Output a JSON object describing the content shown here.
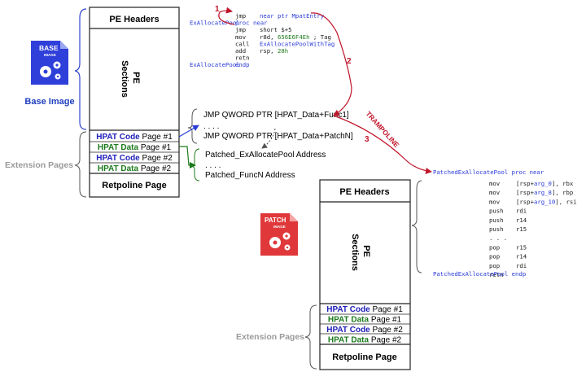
{
  "base_box": {
    "header": "PE Headers",
    "sections": "PE\nSections",
    "pages": [
      {
        "kw": "HPAT Code",
        "kw_type": "code",
        "rest": " Page #1"
      },
      {
        "kw": "HPAT Data",
        "kw_type": "data",
        "rest": " Page #1"
      },
      {
        "kw": "HPAT Code",
        "kw_type": "code",
        "rest": " Page #2"
      },
      {
        "kw": "HPAT Data",
        "kw_type": "data",
        "rest": " Page #2"
      }
    ],
    "retpoline": "Retpoline Page"
  },
  "patch_box": {
    "header": "PE Headers",
    "sections": "PE\nSections",
    "pages": [
      {
        "kw": "HPAT Code",
        "kw_type": "code",
        "rest": " Page #1"
      },
      {
        "kw": "HPAT Data",
        "kw_type": "data",
        "rest": " Page #1"
      },
      {
        "kw": "HPAT Code",
        "kw_type": "code",
        "rest": " Page #2"
      },
      {
        "kw": "HPAT Data",
        "kw_type": "data",
        "rest": " Page #2"
      }
    ],
    "retpoline": "Retpoline Page"
  },
  "base_icon": {
    "top": "BASE",
    "bottom": "IMAGE",
    "caption": "Base Image",
    "color": "#2f3fd9"
  },
  "patch_icon": {
    "top": "PATCH",
    "bottom": "IMAGE",
    "color": "#e0383a"
  },
  "ext_label_base": "Extension Pages",
  "ext_label_patch": "Extension Pages",
  "code_top": [
    {
      "label": "",
      "op": "jmp",
      "args": [
        {
          "t": "near ptr MpatEntry",
          "c": "blue"
        }
      ]
    },
    {
      "label": "ExAllocatePool",
      "op": "proc near",
      "args": []
    },
    {
      "label": "",
      "op": "jmp",
      "args": [
        {
          "t": "short $+5",
          "c": "black"
        }
      ]
    },
    {
      "label": "",
      "op": "mov",
      "args": [
        {
          "t": "r8d, ",
          "c": "black"
        },
        {
          "t": "656E6F4Eh",
          "c": "green"
        },
        {
          "t": "  ; Tag",
          "c": "black"
        }
      ]
    },
    {
      "label": "",
      "op": "call",
      "args": [
        {
          "t": "ExAllocatePoolWithTag",
          "c": "blue"
        }
      ]
    },
    {
      "label": "",
      "op": "add",
      "args": [
        {
          "t": "rsp, ",
          "c": "black"
        },
        {
          "t": "28h",
          "c": "green"
        }
      ]
    },
    {
      "label": "",
      "op": "retn",
      "args": []
    },
    {
      "label": "ExAllocatePool",
      "op": "endp",
      "args": []
    }
  ],
  "jmp_table": [
    "JMP QWORD PTR [HPAT_Data+Func1]",
    ". . . .",
    "JMP QWORD PTR [HPAT_Data+PatchN]"
  ],
  "data_table": [
    "Patched_ExAllocatePool Address",
    ". . . .",
    "Patched_FuncN Address"
  ],
  "patched_code": {
    "header": [
      {
        "t": "PatchedExAllocatePool ",
        "c": "blue"
      },
      {
        "t": "proc near",
        "c": "blue"
      }
    ],
    "lines": [
      {
        "op": "mov",
        "args": [
          {
            "t": "[rsp+",
            "c": "black"
          },
          {
            "t": "arg_0",
            "c": "blue"
          },
          {
            "t": "], rbx",
            "c": "black"
          }
        ]
      },
      {
        "op": "mov",
        "args": [
          {
            "t": "[rsp+",
            "c": "black"
          },
          {
            "t": "arg_8",
            "c": "blue"
          },
          {
            "t": "], rbp",
            "c": "black"
          }
        ]
      },
      {
        "op": "mov",
        "args": [
          {
            "t": "[rsp+",
            "c": "black"
          },
          {
            "t": "arg_10",
            "c": "blue"
          },
          {
            "t": "], rsi",
            "c": "black"
          }
        ]
      },
      {
        "op": "push",
        "args": [
          {
            "t": "rdi",
            "c": "black"
          }
        ]
      },
      {
        "op": "push",
        "args": [
          {
            "t": "r14",
            "c": "black"
          }
        ]
      },
      {
        "op": "push",
        "args": [
          {
            "t": "r15",
            "c": "black"
          }
        ]
      },
      {
        "op": ". . .",
        "args": []
      },
      {
        "op": "pop",
        "args": [
          {
            "t": "r15",
            "c": "black"
          }
        ]
      },
      {
        "op": "pop",
        "args": [
          {
            "t": "r14",
            "c": "black"
          }
        ]
      },
      {
        "op": "pop",
        "args": [
          {
            "t": "rdi",
            "c": "black"
          }
        ]
      },
      {
        "op": "retn",
        "args": []
      }
    ],
    "footer": [
      {
        "t": "PatchedExAllocatePool ",
        "c": "blue"
      },
      {
        "t": "endp",
        "c": "blue"
      }
    ]
  },
  "arrows": {
    "n1": "1",
    "n2": "2",
    "n3": "3",
    "trampoline": "TRAMPOLINE"
  }
}
